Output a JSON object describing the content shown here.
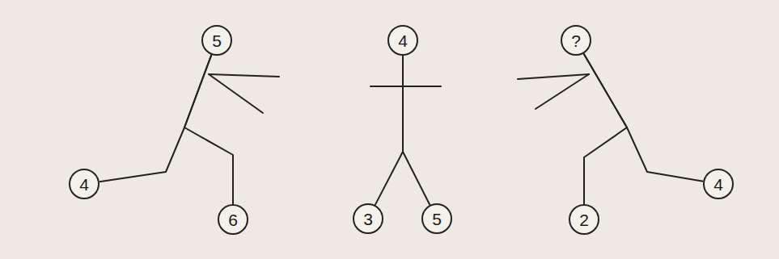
{
  "diagram": {
    "nodes": [
      {
        "text": [
          "5"
        ]
      },
      {
        "text": [
          "4"
        ]
      },
      {
        "text": [
          "?"
        ]
      },
      {
        "text": [
          "4"
        ]
      },
      {
        "text": [
          "6"
        ]
      },
      {
        "text": [
          "3"
        ]
      },
      {
        "text": [
          "5"
        ]
      },
      {
        "text": [
          "2"
        ]
      },
      {
        "text": [
          "4"
        ]
      }
    ],
    "edges": [
      {
        "from": 0,
        "to": 3,
        "arrow": "none"
      },
      {
        "from": 0,
        "to": 4,
        "arrow": "none"
      },
      {
        "from": 1,
        "to": 5,
        "arrow": "none"
      },
      {
        "from": 1,
        "to": 6,
        "arrow": "none"
      },
      {
        "from": 2,
        "to": 7,
        "arrow": "none"
      },
      {
        "from": 2,
        "to": 8,
        "arrow": "none"
      }
    ]
  }
}
